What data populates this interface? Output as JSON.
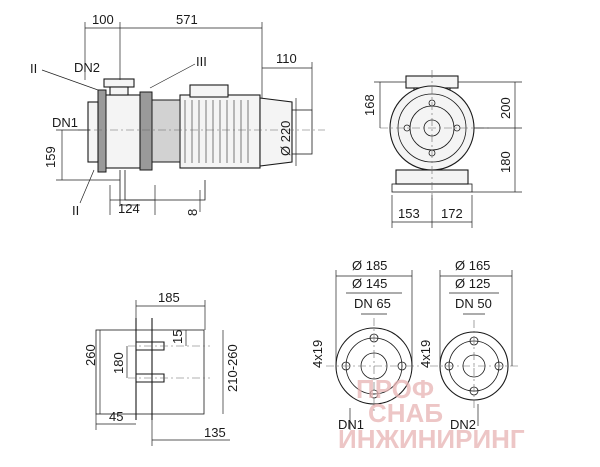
{
  "dims": {
    "d100": "100",
    "d571": "571",
    "d110": "110",
    "d220": "Ø 220",
    "d159": "159",
    "d124": "124",
    "d8": "8",
    "d168": "168",
    "d200": "200",
    "d180": "180",
    "d153": "153",
    "d172": "172",
    "d185": "185",
    "d260": "260",
    "d180b": "180",
    "d15": "15",
    "d210": "210-260",
    "d45": "45",
    "d135": "135",
    "f185": "Ø 185",
    "f145": "Ø 145",
    "fdn65": "DN 65",
    "f4x19a": "4x19",
    "f165": "Ø 165",
    "f125": "Ø 125",
    "fdn50": "DN 50",
    "f4x19b": "4x19"
  },
  "labels": {
    "dn2_top": "DN2",
    "dn1_side": "DN1",
    "ii_top": "II",
    "ii_bottom": "II",
    "iii": "III",
    "dn1_bottom": "DN1",
    "dn2_bottom": "DN2"
  },
  "watermark": {
    "line1": "ПРОФ",
    "line2": "СНАБ",
    "line3": "ИНЖИНИРИНГ"
  },
  "colors": {
    "line": "#1a1a1a",
    "watermark": "#e8b3b3"
  }
}
